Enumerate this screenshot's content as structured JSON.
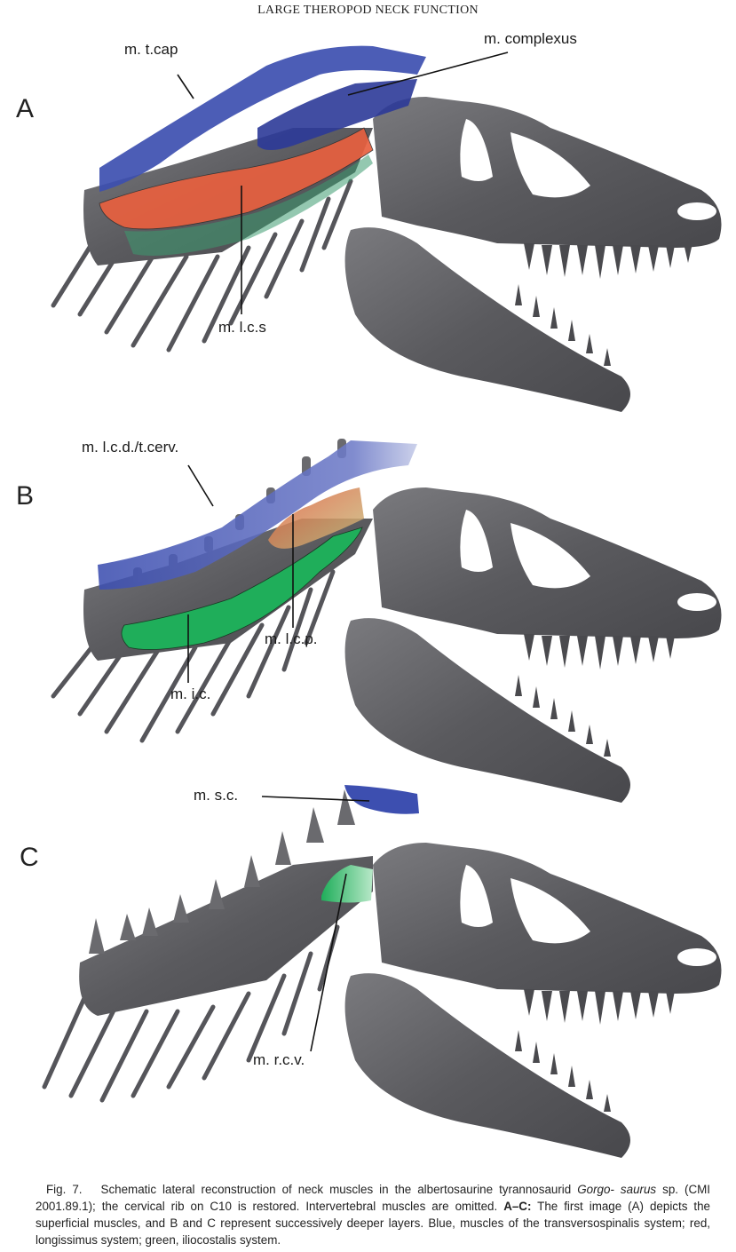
{
  "header": {
    "running_head": "LARGE THEROPOD NECK FUNCTION"
  },
  "figure": {
    "panels": [
      {
        "letter": "A",
        "labels": [
          "m. t.cap",
          "m. complexus",
          "m. l.c.s"
        ]
      },
      {
        "letter": "B",
        "labels": [
          "m. l.c.d./t.cerv.",
          "m. l.c.p.",
          "m. i.c."
        ]
      },
      {
        "letter": "C",
        "labels": [
          "m. s.c.",
          "m. r.c.v."
        ]
      }
    ],
    "colors": {
      "transversospinalis_blue": "#3d4fb0",
      "longissimus_red": "#e8603f",
      "iliocostalis_green": "#1fae5a",
      "bone_gray": "#5f5f63"
    }
  },
  "caption": {
    "fig_label": "Fig. 7.",
    "text_1": "Schematic lateral reconstruction of neck muscles in the albertosaurine tyrannosaurid ",
    "genus_italic_1": "Gorgo-",
    "genus_italic_2": "saurus",
    "text_2": " sp. (CMI 2001.89.1); the cervical rib on C10 is restored. Intervertebral muscles are omitted. ",
    "bold_range": "A–C:",
    "text_3": " The first image (A) depicts the superficial muscles, and B and C represent successively deeper layers. Blue, muscles of the transversospinalis system; red, longissimus system; green, iliocostalis system."
  }
}
